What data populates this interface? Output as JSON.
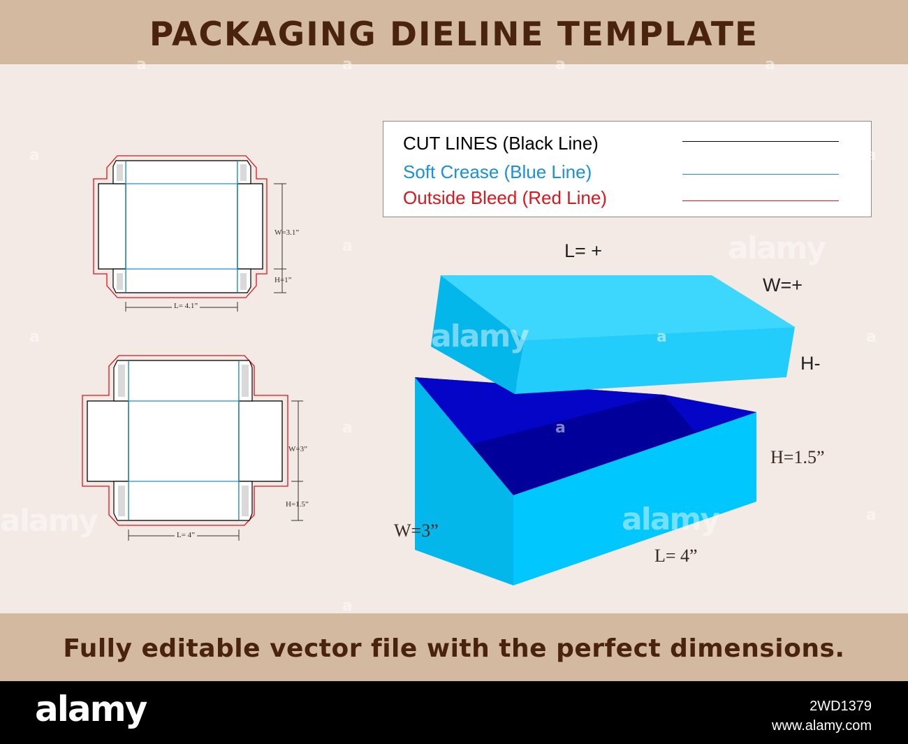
{
  "header": {
    "title": "PACKAGING DIELINE TEMPLATE"
  },
  "legend": {
    "items": [
      {
        "label": "CUT LINES (Black Line)",
        "color": "#000000"
      },
      {
        "label": "Soft Crease (Blue Line)",
        "color": "#1a8fe0"
      },
      {
        "label": "Outside Bleed (Red Line)",
        "color": "#e0141b"
      }
    ]
  },
  "dieline_top": {
    "width_label": "W=3.1”",
    "height_label": "H=1”",
    "length_label": "L= 4.1”"
  },
  "dieline_bottom": {
    "width_label": "W=3”",
    "height_label": "H=1.5”",
    "length_label": "L= 4”"
  },
  "box_3d": {
    "lid_length": "L= +",
    "lid_width": "W=+",
    "lid_height": "H-",
    "base_height": "H=1.5”",
    "base_width": "W=3”",
    "base_length": "L= 4”",
    "colors": {
      "face_light": "#3dd7fe",
      "face_mid": "#04b7ea",
      "face_inner": "#0505c8",
      "face_dark": "#01009a"
    }
  },
  "footer_caption": "Fully editable vector file with the perfect dimensions.",
  "watermark": {
    "logo": "alamy",
    "image_id": "2WD1379",
    "site": "www.alamy.com",
    "mark": "a"
  }
}
